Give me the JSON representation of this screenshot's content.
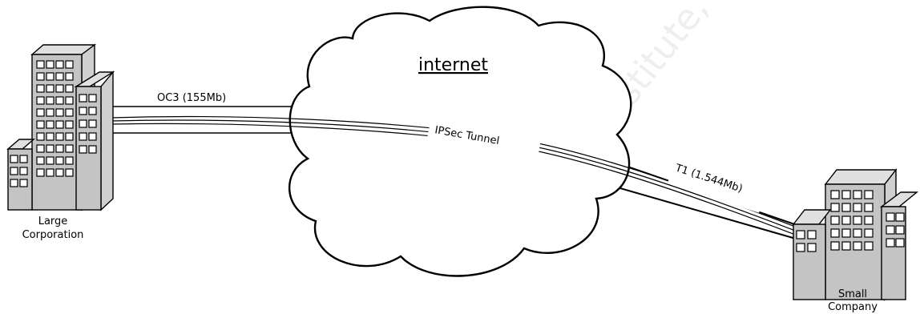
{
  "diagram": {
    "internet_label": "internet",
    "link_large_label": "OC3 (155Mb)",
    "tunnel_label": "IPSec Tunnel",
    "link_small_label": "T1 (1.544Mb)",
    "large_site": {
      "line1": "Large",
      "line2": "Corporation"
    },
    "small_site": {
      "line1": "Small",
      "line2": "Company"
    },
    "watermark": "© SANS Institute, Author retains full rights."
  }
}
